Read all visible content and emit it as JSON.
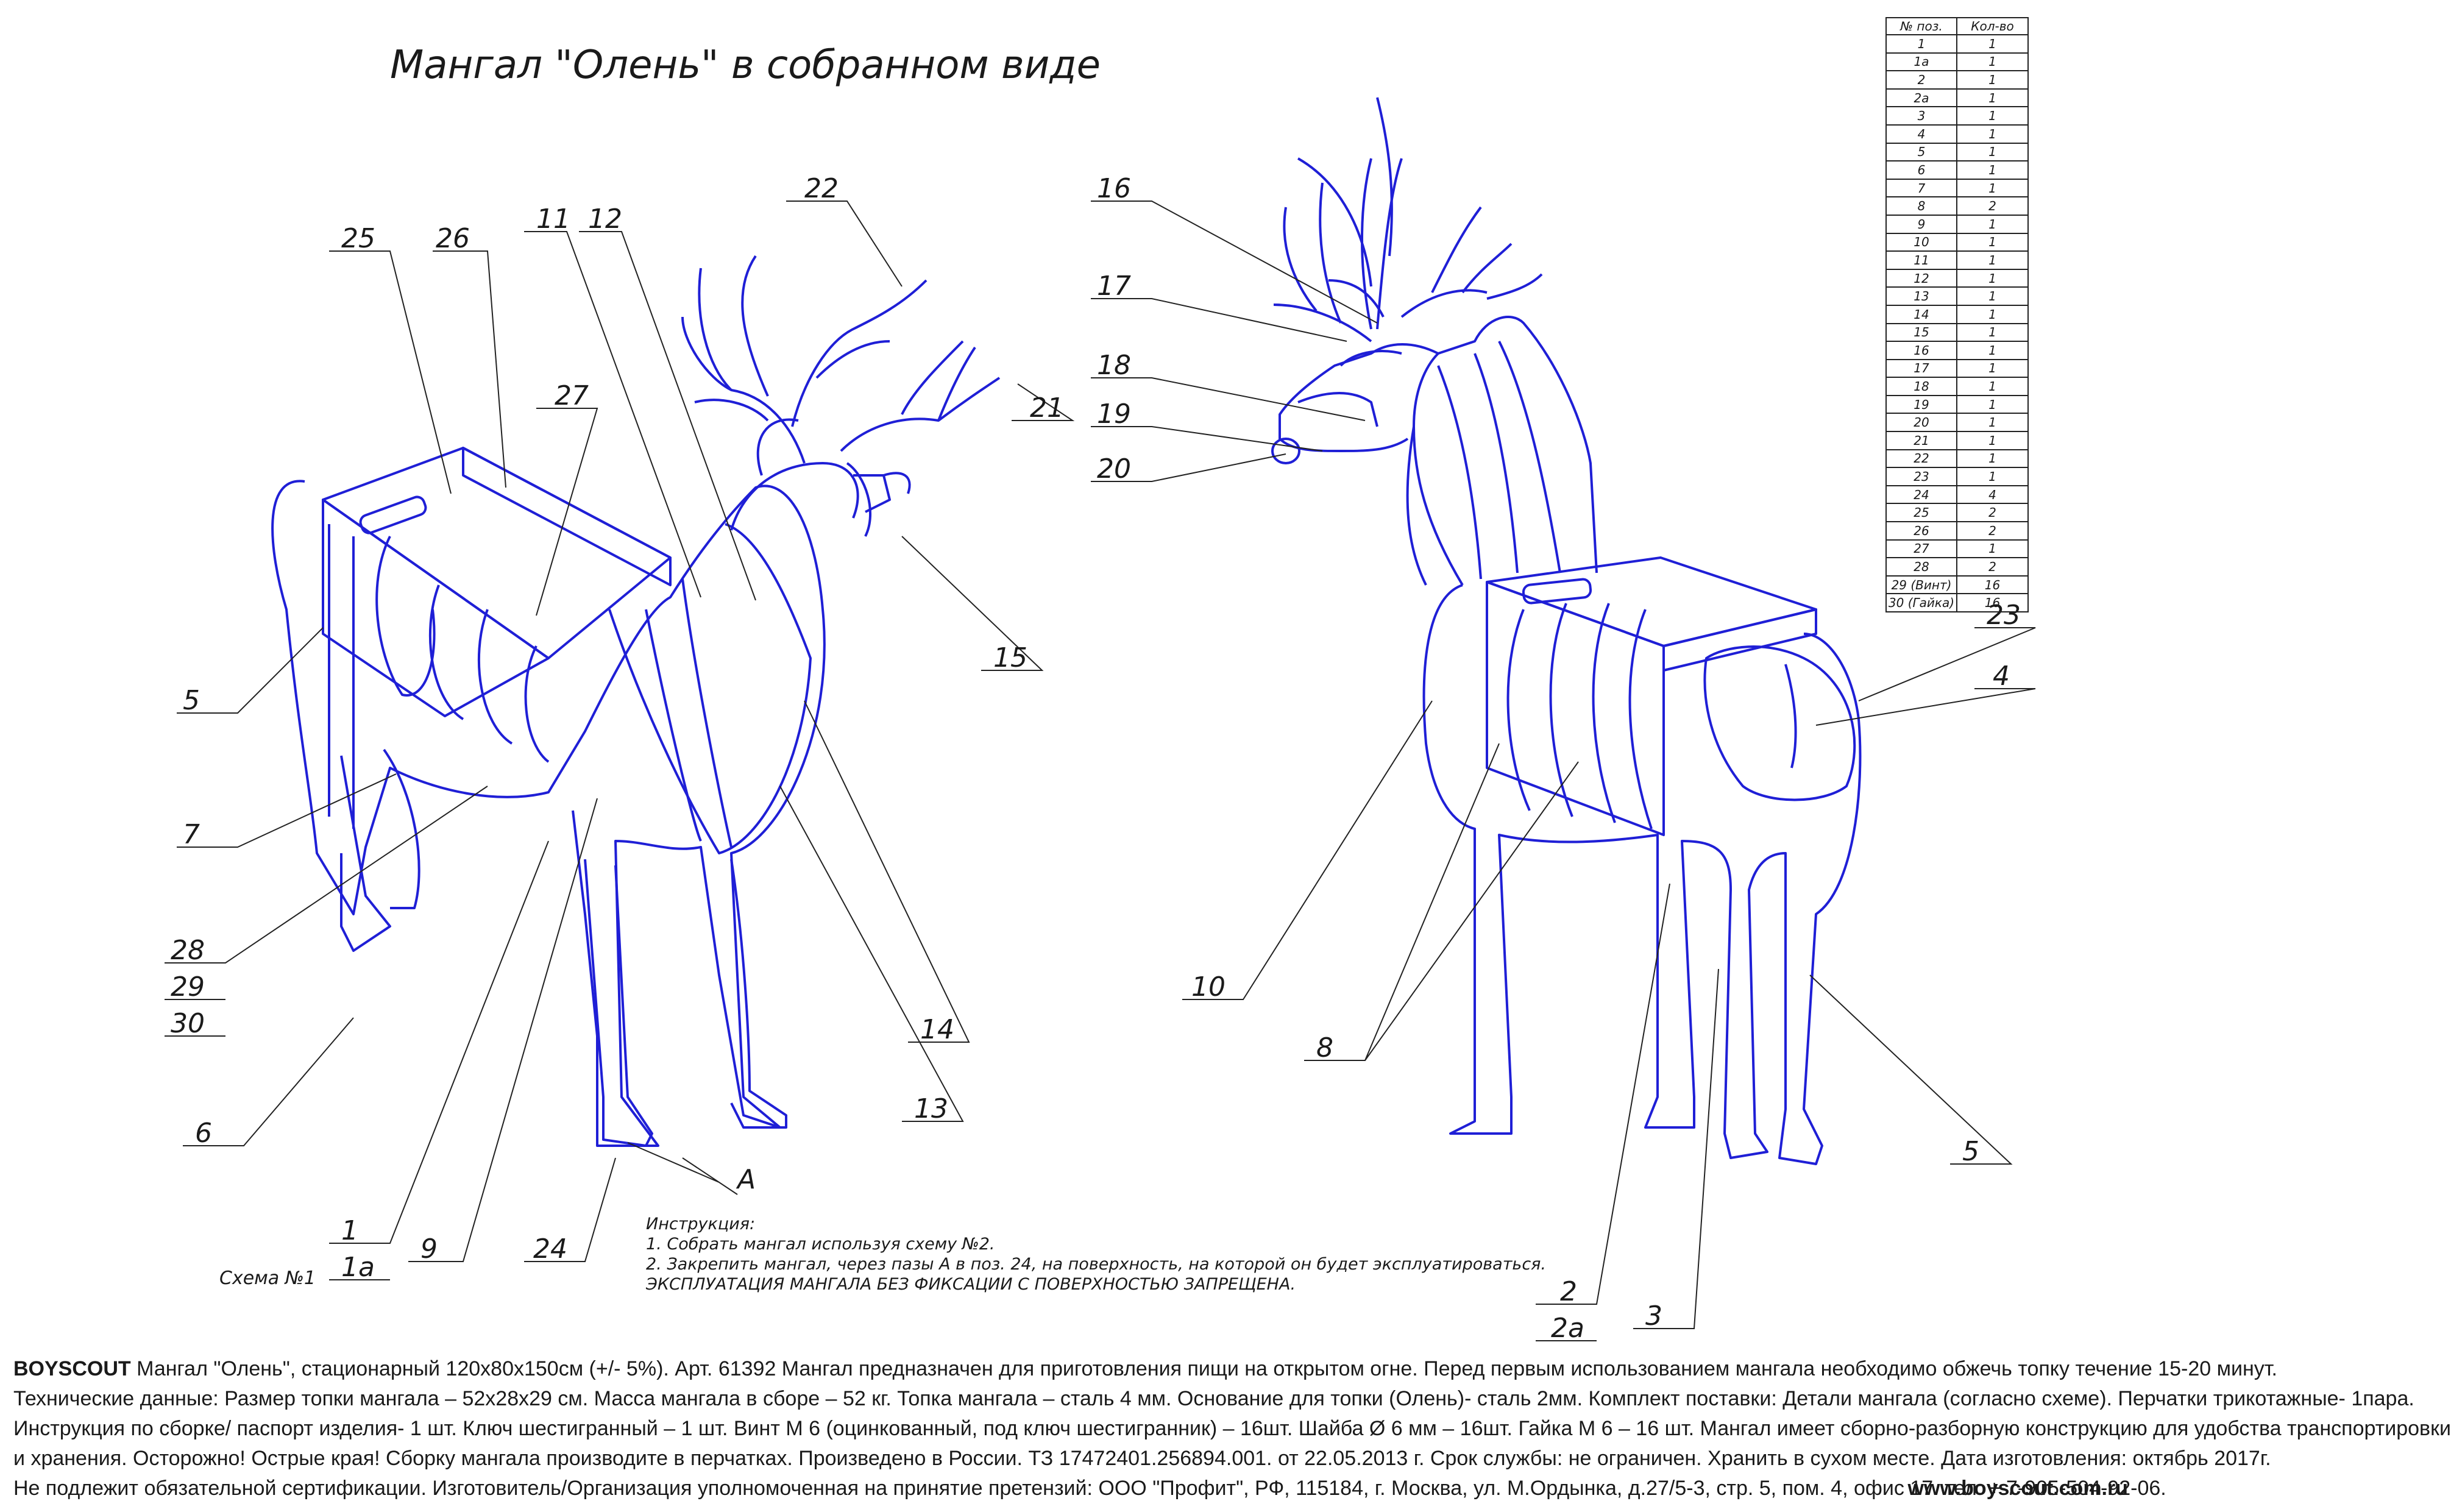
{
  "title": "Мангал \"Олень\" в собранном виде",
  "scheme_label": "Схема №1",
  "instructions": {
    "heading": "Инструкция:",
    "lines": [
      "1. Собрать мангал используя схему №2.",
      "2. Закрепить мангал, через пазы А в поз. 24, на поверхность, на которой он будет эксплуатироваться.",
      "ЭКСПЛУАТАЦИЯ МАНГАЛА БЕЗ ФИКСАЦИИ С ПОВЕРХНОСТЬЮ ЗАПРЕЩЕНА."
    ]
  },
  "parts_table": {
    "headers": [
      "№ поз.",
      "Кол-во"
    ],
    "rows": [
      [
        "1",
        "1"
      ],
      [
        "1а",
        "1"
      ],
      [
        "2",
        "1"
      ],
      [
        "2а",
        "1"
      ],
      [
        "3",
        "1"
      ],
      [
        "4",
        "1"
      ],
      [
        "5",
        "1"
      ],
      [
        "6",
        "1"
      ],
      [
        "7",
        "1"
      ],
      [
        "8",
        "2"
      ],
      [
        "9",
        "1"
      ],
      [
        "10",
        "1"
      ],
      [
        "11",
        "1"
      ],
      [
        "12",
        "1"
      ],
      [
        "13",
        "1"
      ],
      [
        "14",
        "1"
      ],
      [
        "15",
        "1"
      ],
      [
        "16",
        "1"
      ],
      [
        "17",
        "1"
      ],
      [
        "18",
        "1"
      ],
      [
        "19",
        "1"
      ],
      [
        "20",
        "1"
      ],
      [
        "21",
        "1"
      ],
      [
        "22",
        "1"
      ],
      [
        "23",
        "1"
      ],
      [
        "24",
        "4"
      ],
      [
        "25",
        "2"
      ],
      [
        "26",
        "2"
      ],
      [
        "27",
        "1"
      ],
      [
        "28",
        "2"
      ],
      [
        "29 (Винт)",
        "16"
      ],
      [
        "30 (Гайка)",
        "16"
      ]
    ]
  },
  "callouts": [
    {
      "label": "25"
    },
    {
      "label": "26"
    },
    {
      "label": "27"
    },
    {
      "label": "11"
    },
    {
      "label": "12"
    },
    {
      "label": "22"
    },
    {
      "label": "21"
    },
    {
      "label": "15"
    },
    {
      "label": "5"
    },
    {
      "label": "7"
    },
    {
      "label": "28"
    },
    {
      "label": "29"
    },
    {
      "label": "30"
    },
    {
      "label": "6"
    },
    {
      "label": "14"
    },
    {
      "label": "13"
    },
    {
      "label": "1"
    },
    {
      "label": "1а"
    },
    {
      "label": "9"
    },
    {
      "label": "24"
    },
    {
      "label": "А"
    },
    {
      "label": "16"
    },
    {
      "label": "17"
    },
    {
      "label": "18"
    },
    {
      "label": "19"
    },
    {
      "label": "20"
    },
    {
      "label": "23"
    },
    {
      "label": "4"
    },
    {
      "label": "10"
    },
    {
      "label": "8"
    },
    {
      "label": "5"
    },
    {
      "label": "2"
    },
    {
      "label": "2а"
    },
    {
      "label": "3"
    }
  ],
  "footer": {
    "brand": "BOYSCOUT",
    "line1": "Мангал \"Олень\", стационарный 120х80х150см (+/- 5%).  Арт. 61392  Мангал предназначен для приготовления пищи на открытом огне. Перед первым использованием мангала необходимо обжечь топку течение 15-20 минут.",
    "line2": "Технические данные: Размер топки мангала – 52х28х29 см. Масса мангала в сборе – 52 кг. Топка мангала – сталь 4 мм. Основание  для топки (Олень)- сталь 2мм. Комплект поставки: Детали мангала (согласно схеме). Перчатки трикотажные- 1пара.",
    "line3": "Инструкция по сборке/ паспорт изделия- 1 шт. Ключ  шестигранный – 1 шт. Винт М 6 (оцинкованный, под ключ шестигранник) – 16шт. Шайба Ø  6 мм – 16шт. Гайка М 6 – 16 шт. Мангал имеет сборно-разборную конструкцию для удобства транспортировки",
    "line4": "и хранения. Осторожно! Острые края! Сборку мангала производите в перчатках. Произведено в России. ТЗ 17472401.256894.001. от 22.05.2013 г. Срок службы: не ограничен. Хранить в сухом месте. Дата изготовления:  октябрь 2017г.",
    "line5": "Не подлежит обязательной сертификации. Изготовитель/Организация уполномоченная на принятие претензий:  ООО \"Профит\", РФ, 115184, г. Москва, ул. М.Ордынка, д.27/5-3, стр. 5, пом. 4, офис 17. тел: + 7-905-504-92-06.",
    "website": "www.boyscout.com.ru"
  },
  "colors": {
    "drawing": "#1f1fd6",
    "ink": "#1a1a1a"
  }
}
